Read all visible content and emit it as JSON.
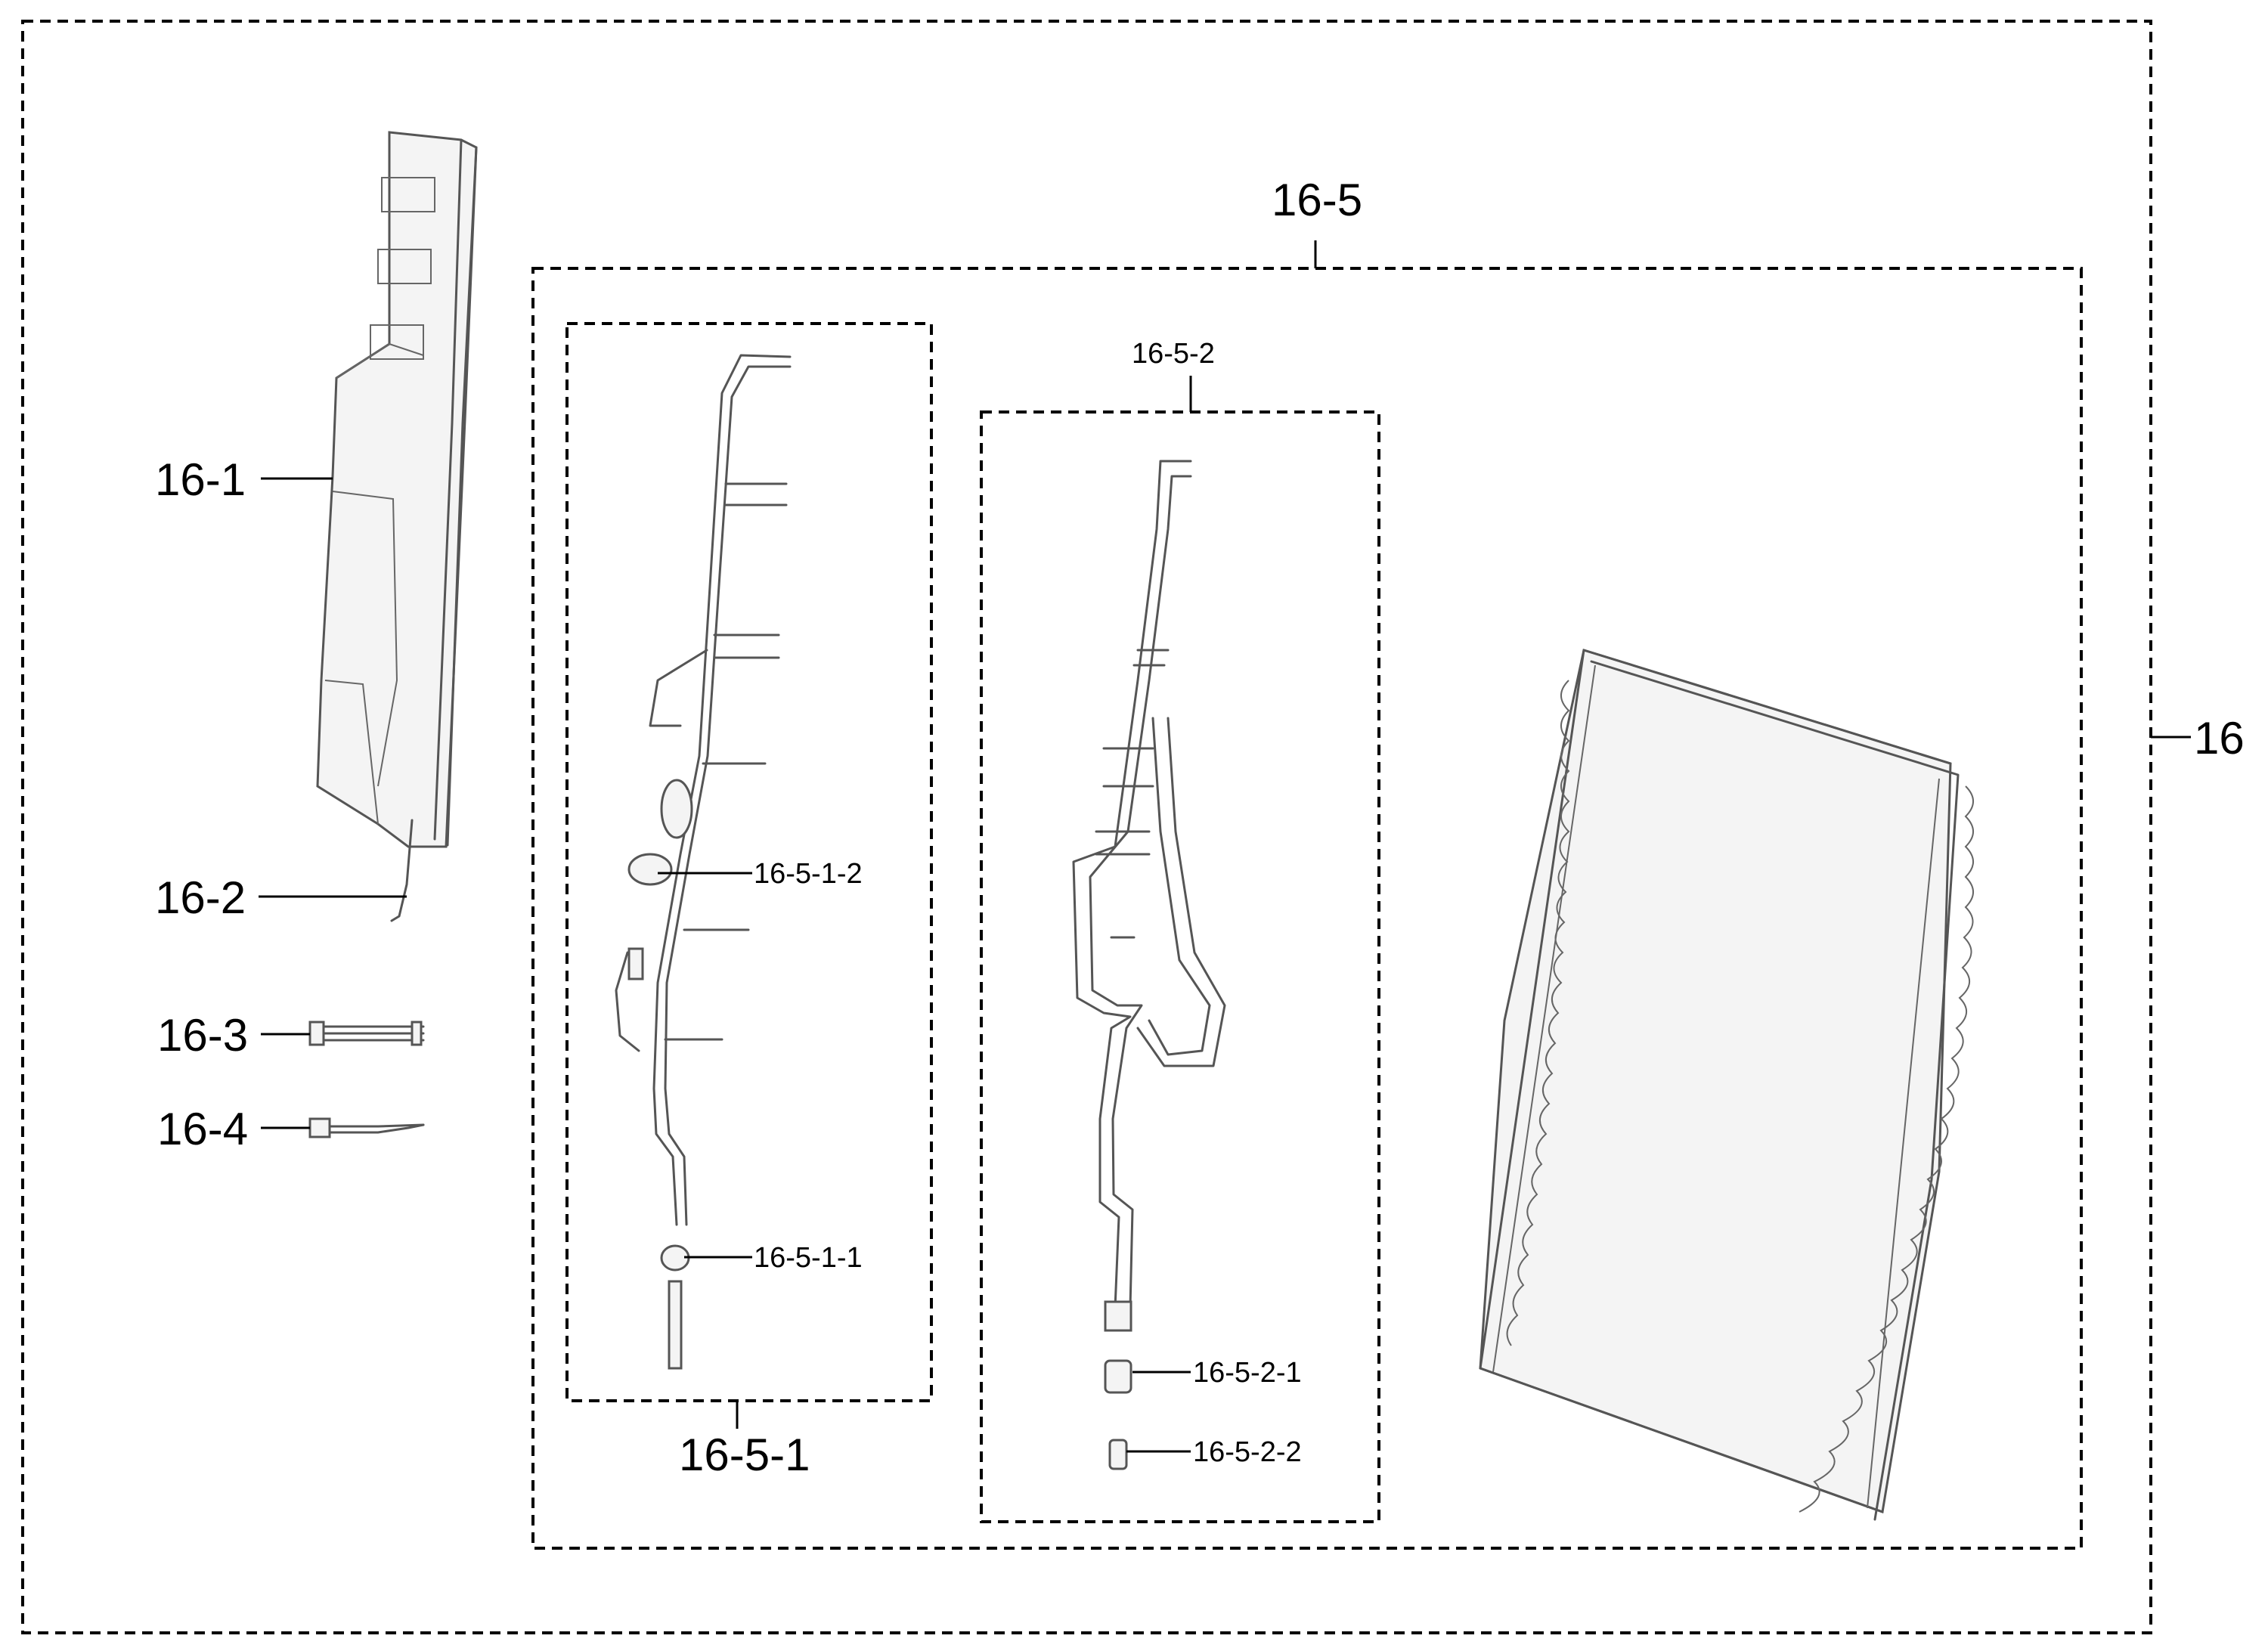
{
  "callouts": {
    "c16": "16",
    "c16_1": "16-1",
    "c16_2": "16-2",
    "c16_3": "16-3",
    "c16_4": "16-4",
    "c16_5": "16-5",
    "c16_5_1": "16-5-1",
    "c16_5_1_1": "16-5-1-1",
    "c16_5_1_2": "16-5-1-2",
    "c16_5_2": "16-5-2",
    "c16_5_2_1": "16-5-2-1",
    "c16_5_2_2": "16-5-2-2"
  }
}
